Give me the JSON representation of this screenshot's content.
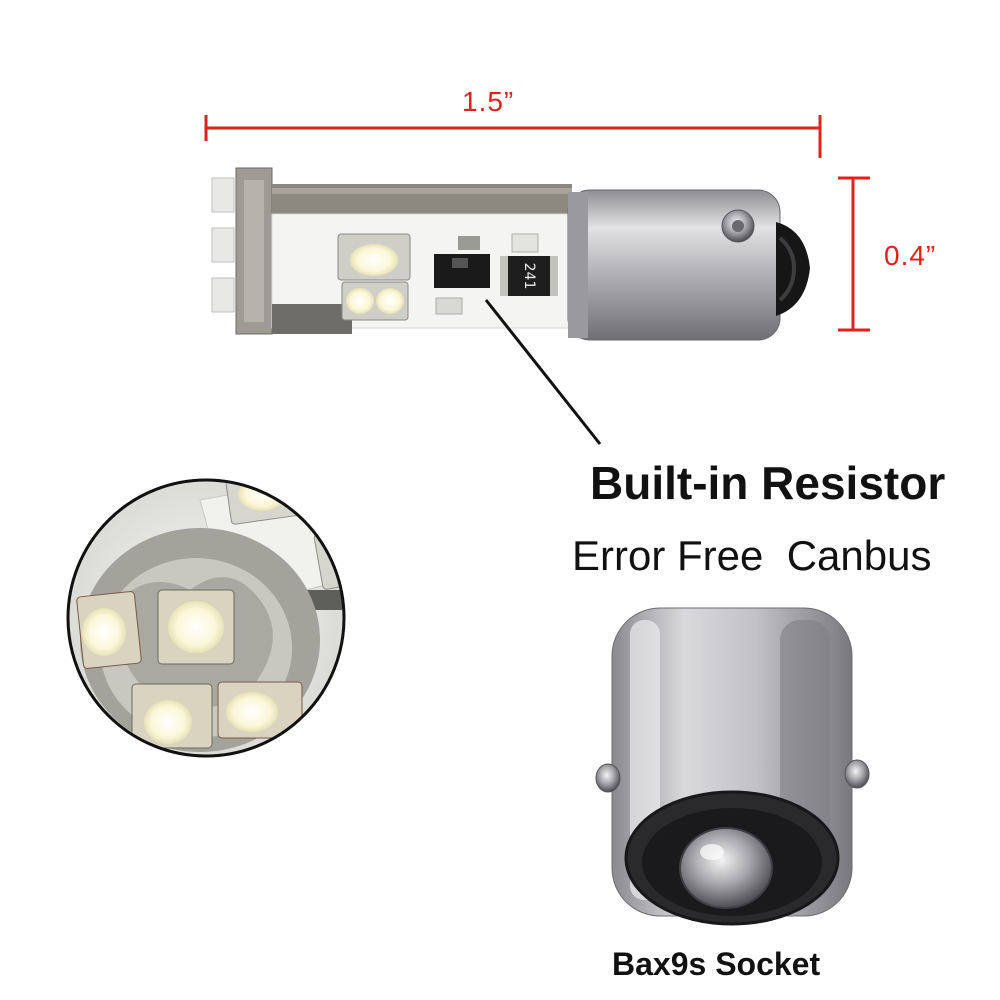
{
  "dimensions": {
    "length_label": "1.5”",
    "height_label": "0.4”",
    "color": "#e0231a"
  },
  "captions": {
    "resistor": "Built-in Resistor",
    "canbus": "Error Free  Canbus",
    "socket": "Bax9s Socket"
  },
  "resistor_marking": "241",
  "colors": {
    "led": "#fbfaf0",
    "pcb": "#f4f5f2",
    "metal": "#b9b9bc",
    "text": "#111111"
  }
}
